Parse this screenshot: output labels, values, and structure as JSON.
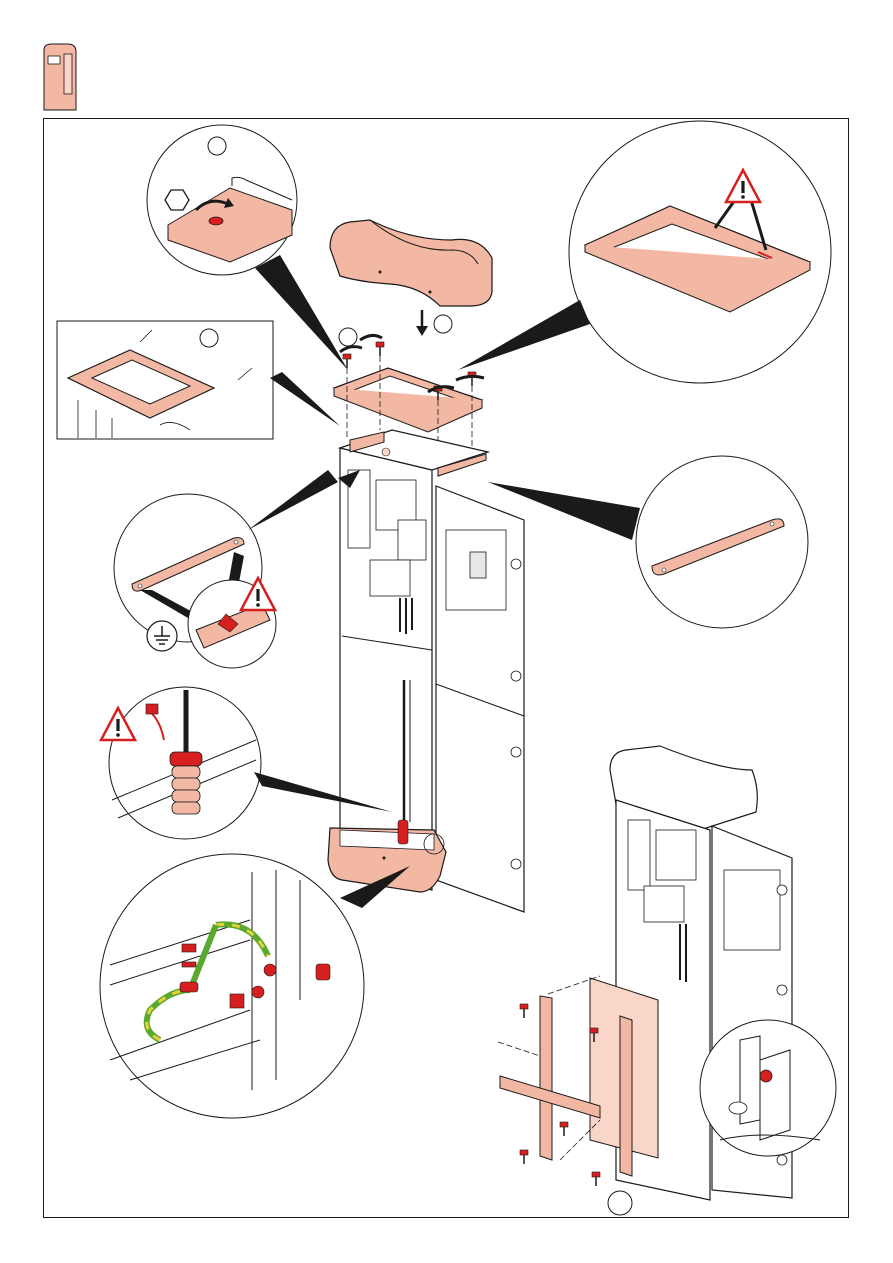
{
  "colors": {
    "part_fill": "#f3b8a3",
    "part_fill_light": "#f9d6c8",
    "accent_red": "#d62020",
    "line": "#1a1a1a",
    "ground_wire_green": "#5aa82e",
    "ground_wire_yellow": "#e8d23a"
  },
  "icons": {
    "header_logo": "product-thumbnail-icon",
    "warning": "warning-triangle-icon",
    "ground": "earth-ground-icon",
    "hex_tool": "hex-key-icon"
  },
  "step_markers": [
    {
      "name": "step-circle-top-detail",
      "label": ""
    },
    {
      "name": "step-circle-frame",
      "label": ""
    },
    {
      "name": "step-circle-screws",
      "label": ""
    },
    {
      "name": "step-circle-cap",
      "label": ""
    },
    {
      "name": "step-circle-bottom",
      "label": ""
    }
  ]
}
